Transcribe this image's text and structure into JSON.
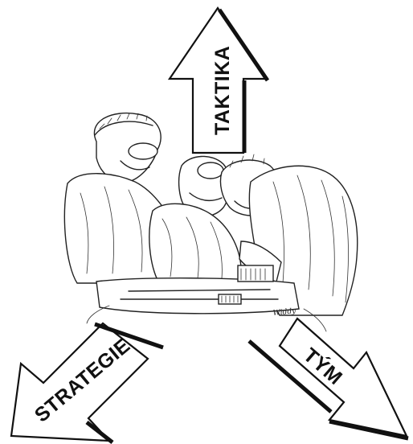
{
  "diagram": {
    "arrows": [
      {
        "id": "up",
        "label": "TAKTIKA"
      },
      {
        "id": "down-left",
        "label": "STRATEGIE"
      },
      {
        "id": "down-right",
        "label": "TÝM"
      }
    ],
    "illustration": {
      "subject": "surgeons-operating-sketch",
      "signature": "Widdy"
    },
    "colors": {
      "ink": "#111111",
      "background": "#ffffff"
    }
  }
}
